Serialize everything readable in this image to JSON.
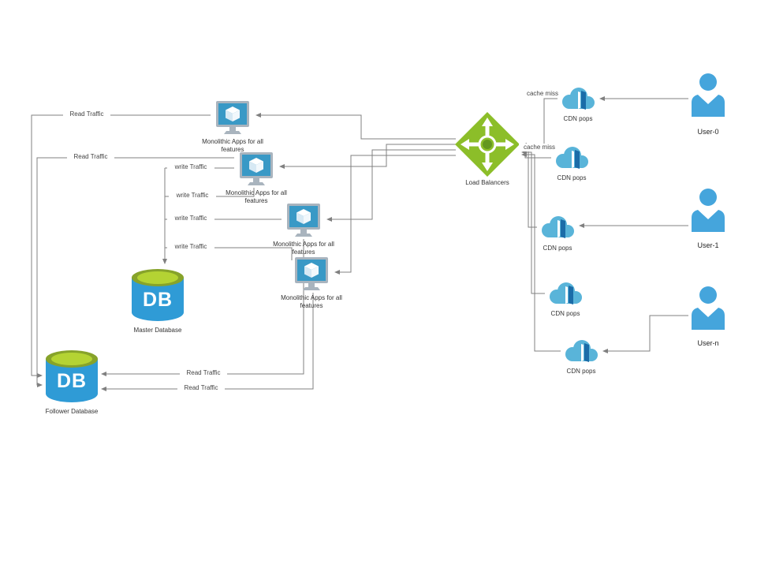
{
  "diagram": {
    "edge_labels": {
      "read_traffic": "Read Traffic",
      "write_traffic": "write Traffic",
      "cache_miss": "cache miss"
    },
    "nodes": {
      "app_label": "Monolithic Apps for all features",
      "load_balancer_label": "Load Balancers",
      "cdn_label": "CDN pops",
      "master_db": {
        "label": "Master Database",
        "text": "DB"
      },
      "follower_db": {
        "label": "Follower Database",
        "text": "DB"
      },
      "users": [
        {
          "label": "User-0"
        },
        {
          "label": "User-1"
        },
        {
          "label": "User-n"
        }
      ]
    },
    "colors": {
      "edge": "#808080",
      "monitor_frame": "#a9b4be",
      "app_screen": "#3999c6",
      "lb_green": "#8cbe29",
      "cdn_cloud": "#59b4d9",
      "cdn_door": "#1b6ca8",
      "user_blue": "#45a5dc",
      "db_body": "#2f9bd6",
      "db_top": "#b4d333"
    }
  }
}
